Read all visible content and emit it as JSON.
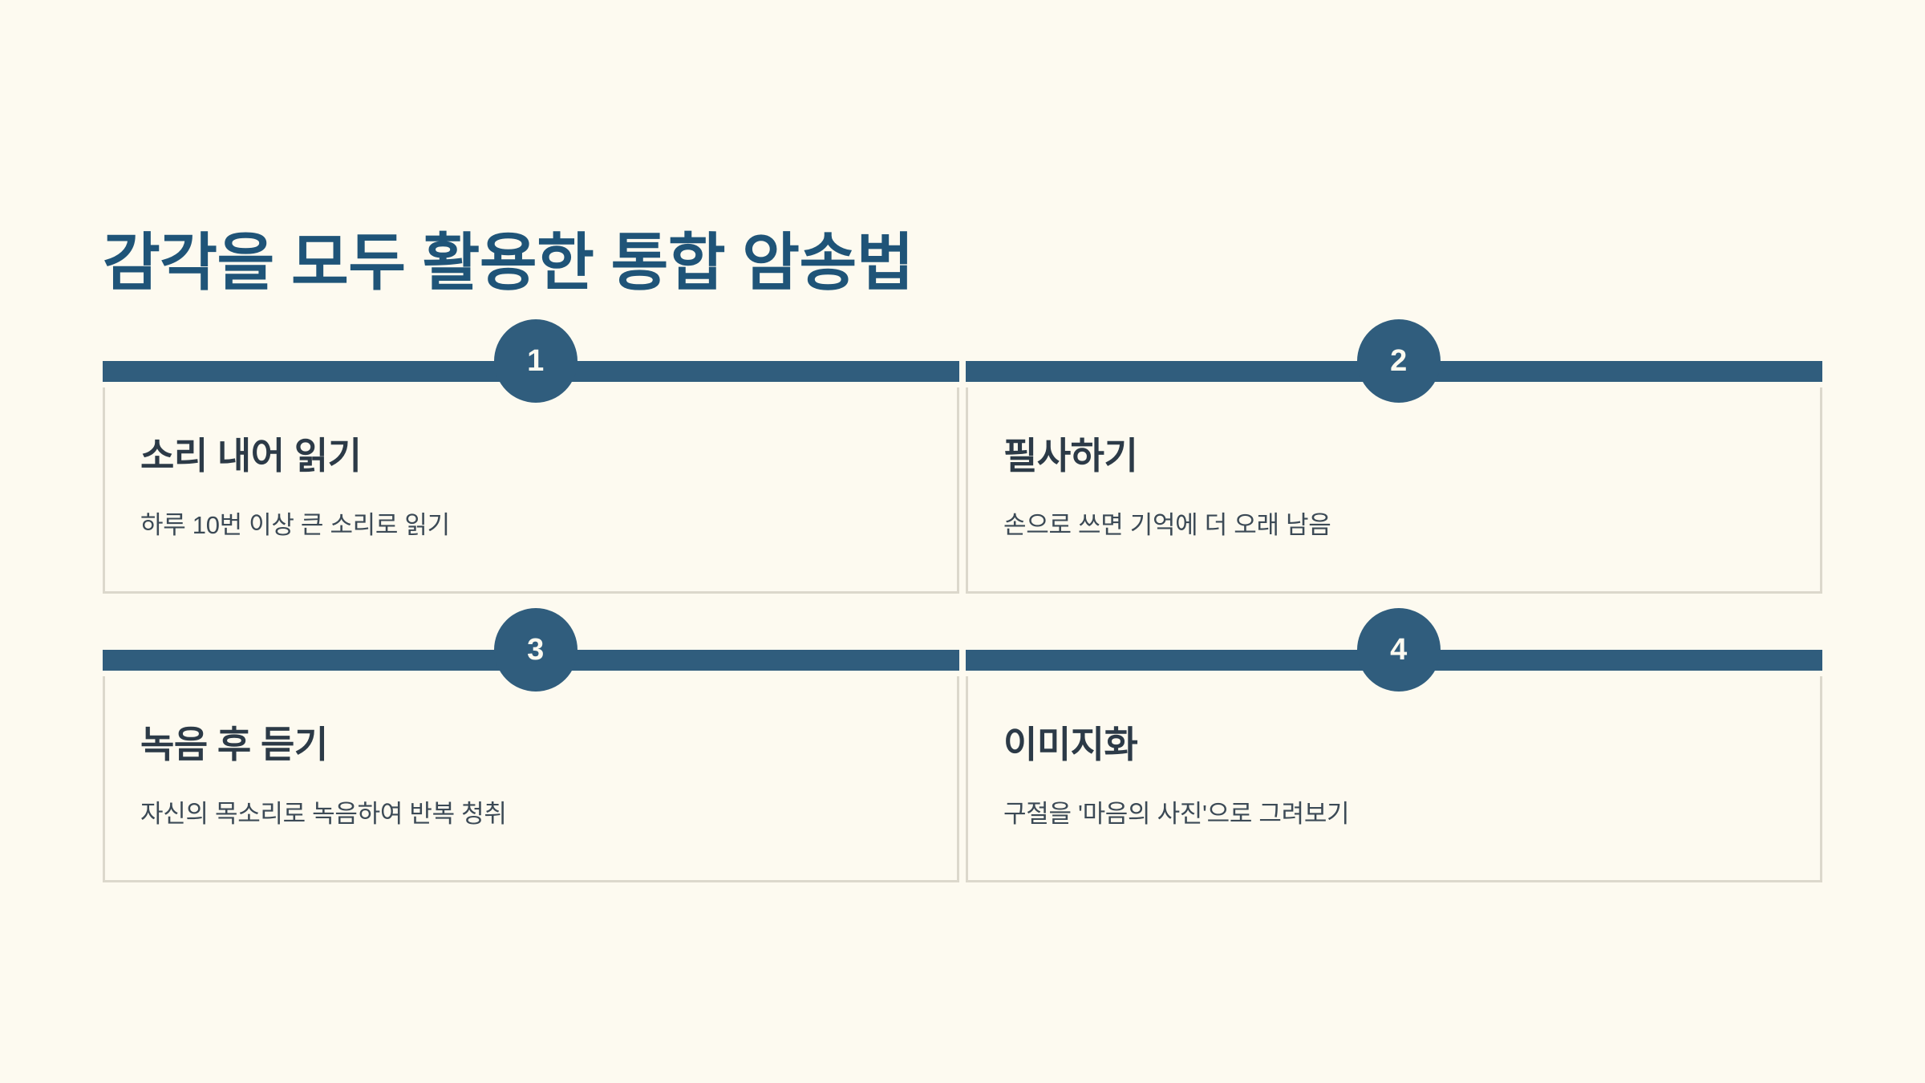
{
  "page": {
    "title": "감각을 모두 활용한 통합 암송법",
    "background_color": "#fdfaf0",
    "accent_color": "#305d7d",
    "title_color": "#1f5478",
    "card_border_color": "#dcd8cc",
    "card_title_color": "#2c3a47",
    "card_desc_color": "#3c4a56"
  },
  "cards": [
    {
      "number": "1",
      "title": "소리 내어 읽기",
      "description": "하루 10번 이상 큰 소리로 읽기"
    },
    {
      "number": "2",
      "title": "필사하기",
      "description": "손으로 쓰면 기억에 더 오래 남음"
    },
    {
      "number": "3",
      "title": "녹음 후 듣기",
      "description": "자신의 목소리로 녹음하여 반복 청취"
    },
    {
      "number": "4",
      "title": "이미지화",
      "description": "구절을 '마음의 사진'으로 그려보기"
    }
  ]
}
